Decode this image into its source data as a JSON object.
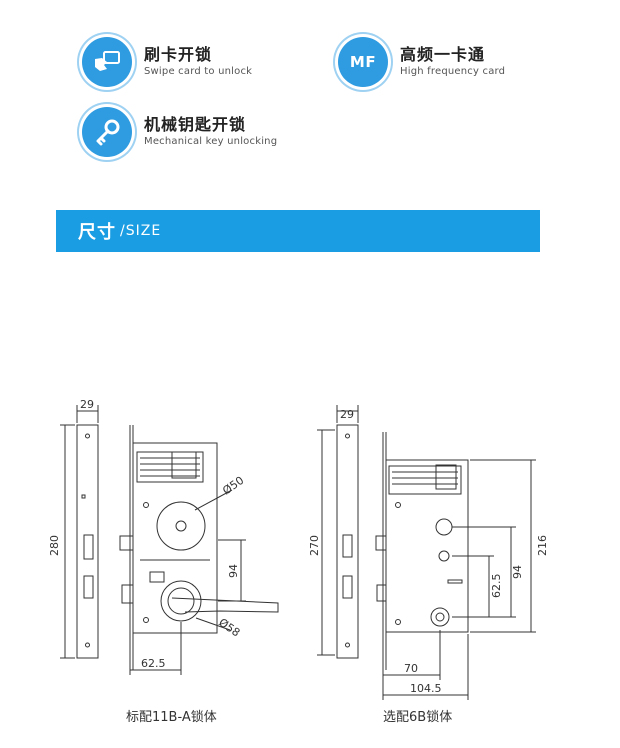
{
  "features": [
    {
      "title": "刷卡开锁",
      "subtitle": "Swipe card to unlock",
      "icon": "card-swipe-icon"
    },
    {
      "title": "高频一卡通",
      "subtitle": "High frequency card",
      "icon": "mf-icon",
      "icon_text": "MF"
    },
    {
      "title": "机械钥匙开锁",
      "subtitle": "Mechanical key unlocking",
      "icon": "key-icon"
    }
  ],
  "section": {
    "title_zh": "尺寸",
    "title_en": "/SIZE",
    "color": "#1a9de3"
  },
  "drawing_left": {
    "dims": {
      "width_top": "29",
      "height": "280",
      "knob_dia": "Ø50",
      "handle_dia": "Ø58",
      "center_dist": "94",
      "backset": "62.5"
    },
    "caption": "标配11B-A锁体"
  },
  "drawing_right": {
    "dims": {
      "width_top": "29",
      "height_outer": "270",
      "height_inner": "216",
      "center_dist": "94",
      "sub_dist": "62.5",
      "backset": "70",
      "total_depth": "104.5"
    },
    "caption": "选配6B锁体"
  }
}
